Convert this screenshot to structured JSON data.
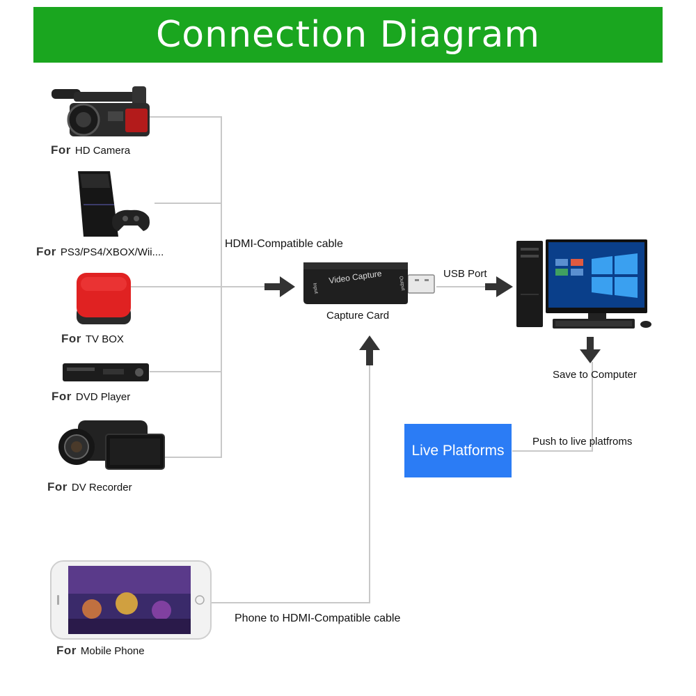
{
  "title": "Connection Diagram",
  "sources": [
    {
      "prefix": "For",
      "label": "HD Camera",
      "icon": "hd-camera-icon"
    },
    {
      "prefix": "For",
      "label": "PS3/PS4/XBOX/Wii....",
      "icon": "game-console-icon"
    },
    {
      "prefix": "For",
      "label": "TV BOX",
      "icon": "tv-box-icon"
    },
    {
      "prefix": "For",
      "label": "DVD Player",
      "icon": "dvd-player-icon"
    },
    {
      "prefix": "For",
      "label": "DV Recorder",
      "icon": "dv-recorder-icon"
    },
    {
      "prefix": "For",
      "label": "Mobile Phone",
      "icon": "mobile-phone-icon"
    }
  ],
  "edges": {
    "hdmi_cable": "HDMI-Compatible cable",
    "usb_port": "USB Port",
    "save_to_computer": "Save to Computer",
    "push_to_live": "Push to live platfroms",
    "phone_cable": "Phone to HDMI-Compatible cable"
  },
  "capture_card": {
    "label": "Capture Card",
    "device_text": "Video Capture",
    "input_text": "Input",
    "output_text": "Output"
  },
  "live_platforms": {
    "label": "Live Platforms",
    "color": "#2b7cf5"
  },
  "computer": {
    "icon": "desktop-computer-icon"
  },
  "colors": {
    "banner": "#1aa61f",
    "line": "#c8c8c8",
    "arrow": "#333333"
  }
}
